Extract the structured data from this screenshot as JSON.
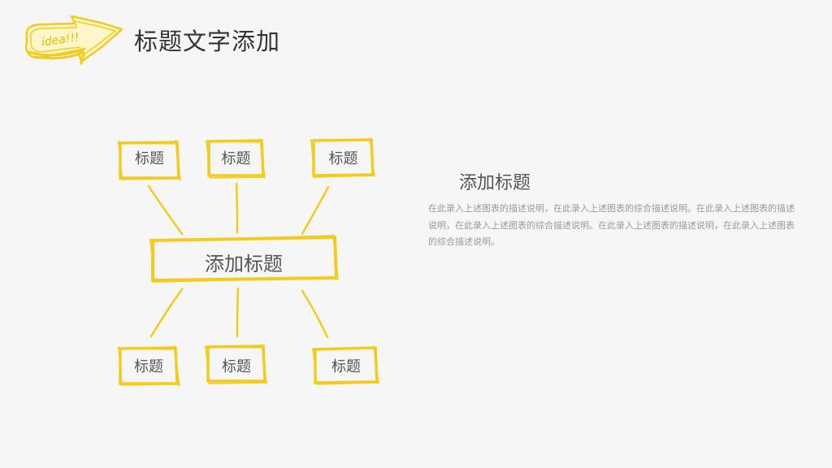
{
  "header": {
    "logo_text": "idea!!!",
    "title": "标题文字添加"
  },
  "diagram": {
    "center_label": "添加标题",
    "top_nodes": [
      "标题",
      "标题",
      "标题"
    ],
    "bottom_nodes": [
      "标题",
      "标题",
      "标题"
    ]
  },
  "side_panel": {
    "title": "添加标题",
    "description": "在此录入上述图表的描述说明，在此录入上述图表的综合描述说明。在此录入上述图表的描述说明，在此录入上述图表的综合描述说明。在此录入上述图表的描述说明，在此录入上述图表的综合描述说明。"
  },
  "colors": {
    "accent": "#f2cb1e",
    "background": "#f6f6f6",
    "text_primary": "#333333",
    "text_secondary": "#555555",
    "text_muted": "#9a9a9a"
  }
}
